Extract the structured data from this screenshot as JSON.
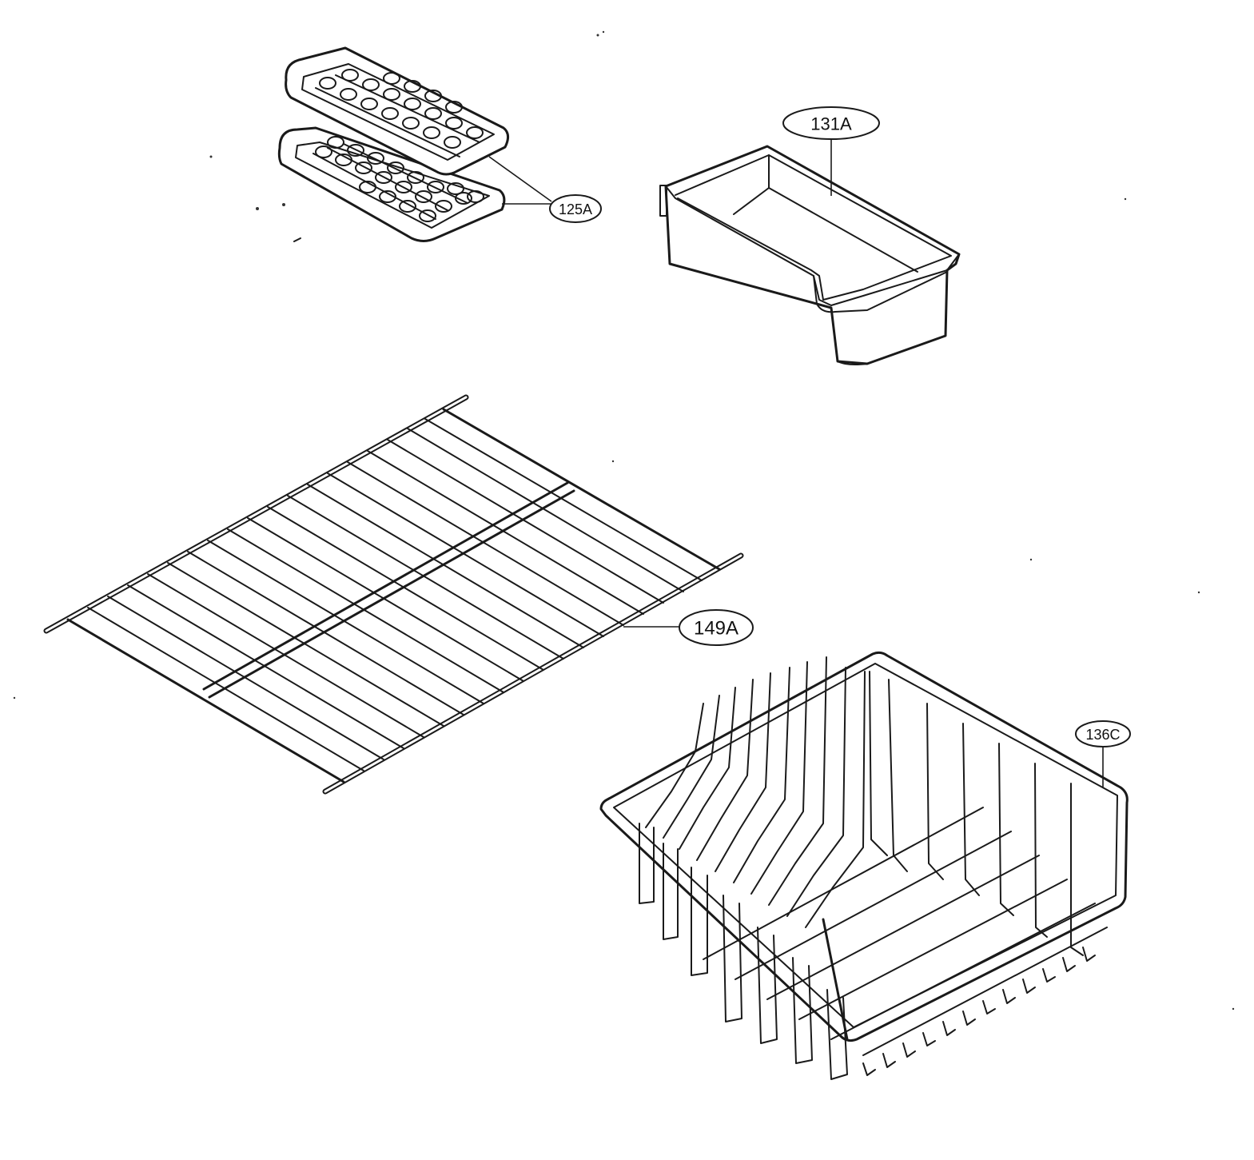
{
  "callouts": {
    "ice_trays": {
      "label": "125A"
    },
    "ice_bin": {
      "label": "131A"
    },
    "wire_shelf": {
      "label": "149A"
    },
    "wire_basket": {
      "label": "136C"
    }
  },
  "colors": {
    "line": "#1a1a1a",
    "background": "#ffffff"
  }
}
